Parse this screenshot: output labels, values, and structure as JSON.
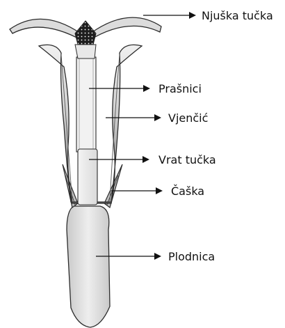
{
  "diagram": {
    "labels": {
      "stigma": "Njuška tučka",
      "stamens": "Prašnici",
      "corolla": "Vjenčić",
      "style": "Vrat tučka",
      "calyx": "Čaška",
      "ovary": "Plodnica"
    },
    "colors": {
      "outline": "#2b2b2b",
      "stigma_fill": "#1e1e1e",
      "corolla_dark": "#6e6e6e",
      "corolla_light": "#e2e2e2",
      "ovary_fill": "#dcdcdc",
      "label_text": "#111111"
    }
  }
}
